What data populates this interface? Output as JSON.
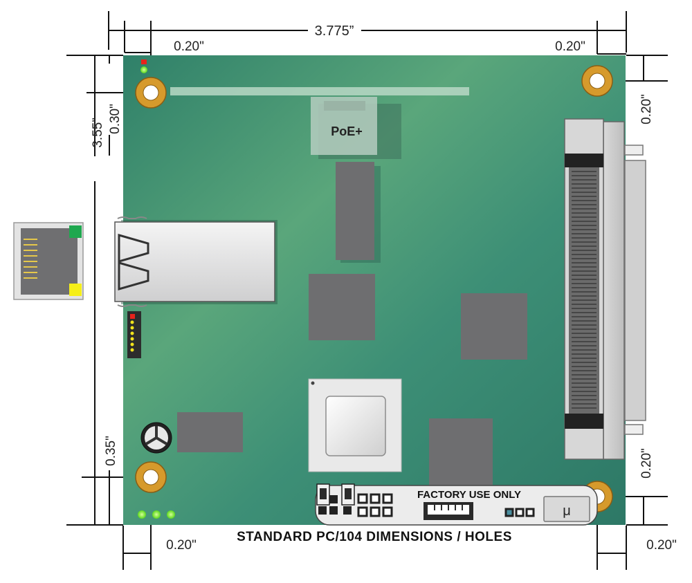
{
  "dimensions": {
    "board_width": "3.775”",
    "board_height": "3.55”",
    "top_left_hole_x": "0.20\"",
    "top_right_hole_x": "0.20\"",
    "top_left_hole_y": "0.30\"",
    "right_top_hole_y": "0.20\"",
    "bottom_left_hole_y": "0.35\"",
    "right_bottom_hole_y": "0.20\"",
    "bottom_left_hole_x": "0.20\"",
    "bottom_right_hole_x": "0.20\""
  },
  "labels": {
    "poe": "PoE+",
    "factory": "FACTORY USE ONLY",
    "mu": "μ",
    "footer": "STANDARD PC/104 DIMENSIONS / HOLES"
  },
  "colors": {
    "pcb_dark": "#2f7f68",
    "pcb_light": "#5aa47a",
    "hole_ring": "#d69a2c",
    "chip": "#6e6e70",
    "led_green": "#7cfc3a",
    "led_red": "#e8231c",
    "rj45_green": "#1fa84f",
    "rj45_yellow": "#f6ef18"
  }
}
